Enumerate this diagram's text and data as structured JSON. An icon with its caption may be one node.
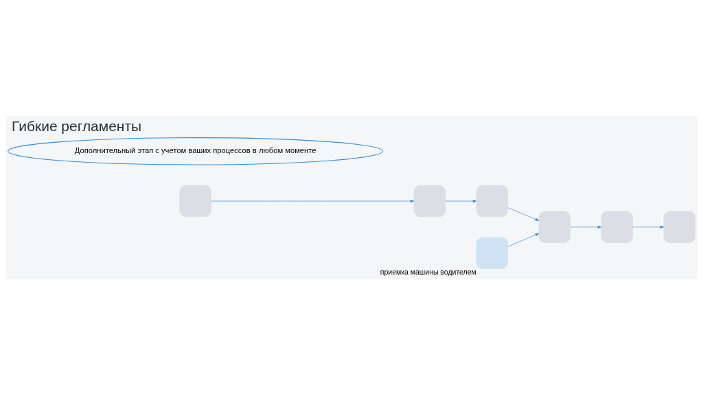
{
  "diagram": {
    "title": "Гибкие регламенты",
    "nodes": [
      {
        "text": [],
        "shape": "box"
      },
      {
        "text": [],
        "shape": "box"
      },
      {
        "text": [],
        "shape": "box"
      },
      {
        "text": [],
        "shape": "box"
      },
      {
        "text": [],
        "shape": "box"
      },
      {
        "text": [],
        "shape": "box"
      },
      {
        "text": [],
        "shape": "box",
        "beside": [
          "приемка машины водителем"
        ]
      },
      {
        "text": [
          "Дополнительный этап с учетом ваших процессов в любом моменте"
        ]
      }
    ],
    "edges": [
      {
        "from": 0,
        "to": 1,
        "arrow": "to"
      },
      {
        "from": 1,
        "to": 2,
        "arrow": "to"
      },
      {
        "from": 2,
        "to": 3,
        "arrow": "to"
      },
      {
        "from": 3,
        "to": 4,
        "arrow": "to"
      },
      {
        "from": 4,
        "to": 5,
        "arrow": "to"
      },
      {
        "from": 6,
        "to": 3,
        "arrow": "to"
      }
    ]
  }
}
